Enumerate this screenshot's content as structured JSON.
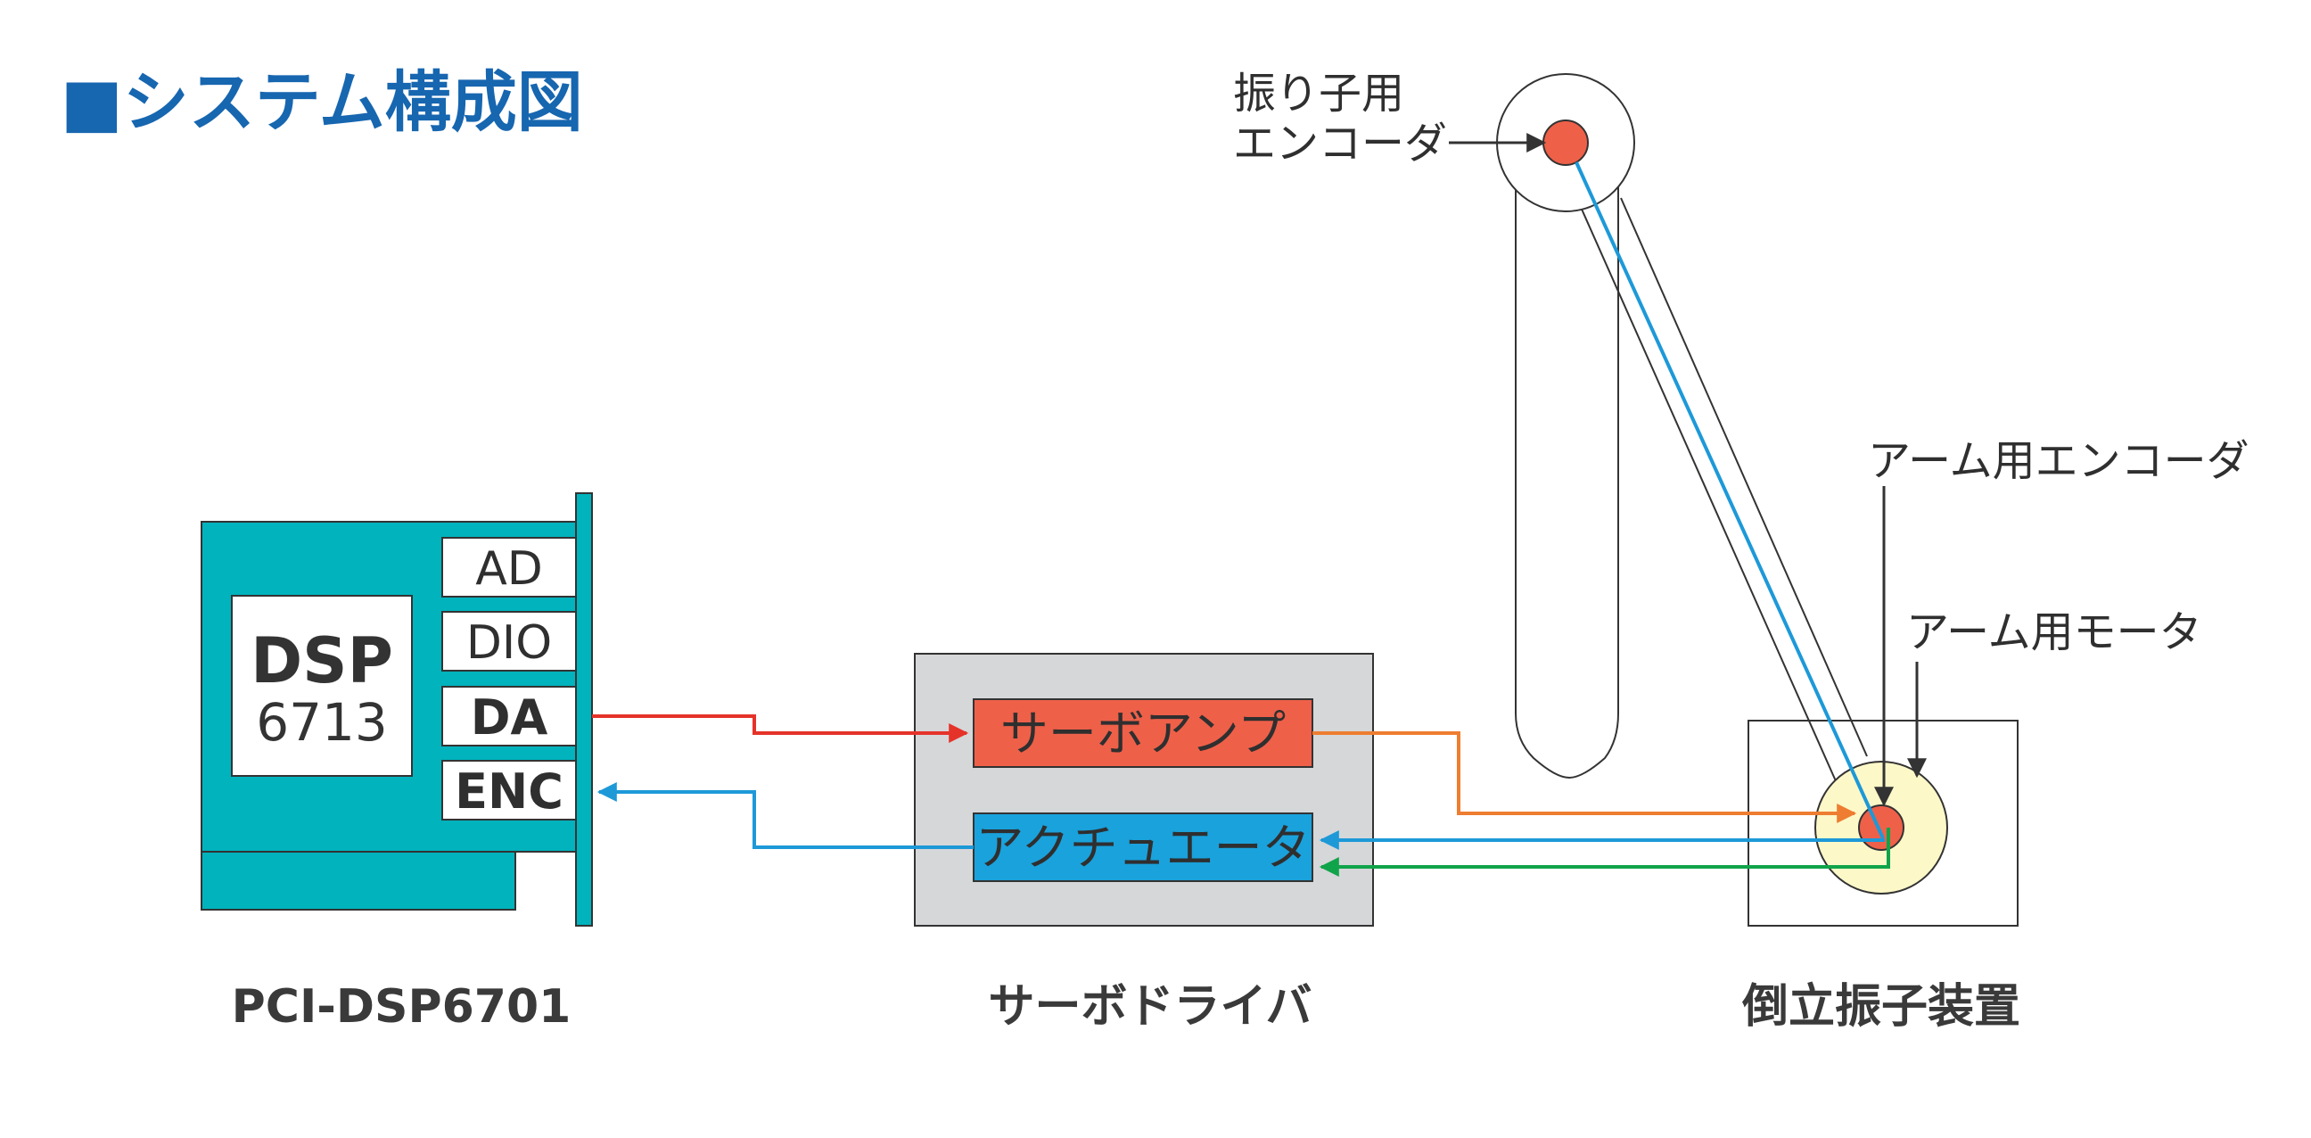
{
  "title": "■システム構成図",
  "colors": {
    "title": "#1766b0",
    "card_board": "#00b3bd",
    "servo_amp": "#ef6049",
    "actuator": "#1aa2dc",
    "driver_box": "#d6d7d9",
    "motor": "#fdf8c8",
    "red_line": "#e5332a",
    "orange_line": "#ee7d31",
    "blue_line": "#1d99d8",
    "green_line": "#10a44a"
  },
  "dsp_card": {
    "chip_title": "DSP",
    "chip_model": "6713",
    "ports": [
      "AD",
      "DIO",
      "DA",
      "ENC"
    ],
    "caption": "PCI-DSP6701"
  },
  "servo_driver": {
    "amp_label": "サーボアンプ",
    "actuator_label": "アクチュエータ",
    "caption": "サーボドライバ"
  },
  "pendulum": {
    "pendulum_encoder_label_line1": "振り子用",
    "pendulum_encoder_label_line2": "エンコーダ",
    "arm_encoder_label": "アーム用エンコーダ",
    "arm_motor_label": "アーム用モータ",
    "caption": "倒立振子装置"
  }
}
